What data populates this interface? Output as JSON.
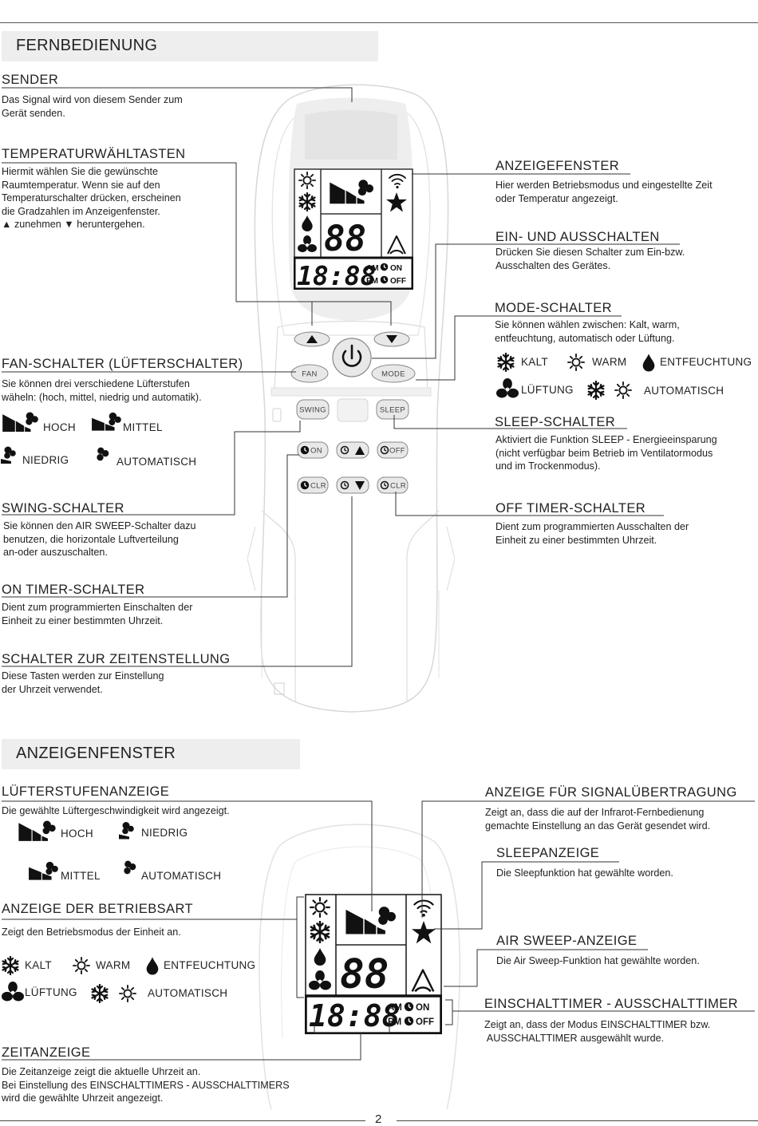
{
  "page_number": "2",
  "section1": {
    "title": "FERNBEDIENUNG",
    "sender": {
      "heading": "SENDER",
      "text": [
        "Das Signal wird von diesem Sender zum",
        "Gerät senden."
      ]
    },
    "temperature": {
      "heading": "TEMPERATURWÄHLTASTEN",
      "text": [
        "Hiermit wählen Sie die gewünschte",
        "Raumtemperatur. Wenn sie auf den",
        "Temperaturschalter drücken, erscheinen",
        "die Gradzahlen im Anzeigenfenster.",
        "▲  zunehmen ▼ heruntergehen."
      ]
    },
    "fan": {
      "heading": "FAN-SCHALTER (LÜFTERSCHALTER)",
      "text": [
        "Sie können drei verschiedene Lüfterstufen",
        "wäheln: (hoch, mittel, niedrig und automatik)."
      ]
    },
    "fan_legend": {
      "high": "HOCH",
      "medium": "MITTEL",
      "low": "NIEDRIG",
      "auto": "AUTOMATISCH"
    },
    "swing": {
      "heading": "SWING-SCHALTER",
      "text": [
        "Sie können den AIR SWEEP-Schalter dazu",
        "benutzen, die horizontale Luftverteilung",
        "an-oder auszuschalten."
      ]
    },
    "on_timer": {
      "heading": "ON TIMER-SCHALTER",
      "text": [
        "Dient zum programmierten Einschalten der",
        "Einheit zu einer bestimmten Uhrzeit."
      ]
    },
    "time_set": {
      "heading": "SCHALTER ZUR ZEITENSTELLUNG",
      "text": [
        "Diese Tasten werden zur Einstellung",
        "der Uhrzeit verwendet."
      ]
    },
    "display": {
      "heading": "ANZEIGEFENSTER",
      "text": [
        "Hier werden Betriebsmodus und eingestellte Zeit",
        "oder Temperatur angezeigt."
      ]
    },
    "power": {
      "heading": "EIN- UND AUSSCHALTEN",
      "text": [
        "Drücken Sie diesen Schalter zum Ein-bzw.",
        "Ausschalten des Gerätes."
      ]
    },
    "mode": {
      "heading": "MODE-SCHALTER",
      "text": [
        "Sie können wählen zwischen: Kalt, warm,",
        "entfeuchtung, automatisch oder Lüftung."
      ]
    },
    "mode_legend": {
      "cool": "KALT",
      "heat": "WARM",
      "dry": "ENTFEUCHTUNG",
      "fan": "LÜFTUNG",
      "auto": "AUTOMATISCH"
    },
    "sleep": {
      "heading": "SLEEP-SCHALTER",
      "text": [
        "Aktiviert die Funktion SLEEP - Energieeinsparung",
        "(nicht verfügbar beim Betrieb im Ventilatormodus",
        "und im Trockenmodus)."
      ]
    },
    "off_timer": {
      "heading": "OFF TIMER-SCHALTER",
      "text": [
        "Dient zum programmierten Ausschalten der",
        "Einheit zu einer bestimmten Uhrzeit."
      ]
    }
  },
  "section2": {
    "title": "ANZEIGENFENSTER",
    "fan_ind": {
      "heading": "LÜFTERSTUFENANZEIGE",
      "text": [
        "Die gewählte Lüftergeschwindigkeit wird angezeigt."
      ]
    },
    "fan_legend": {
      "high": "HOCH",
      "low": "NIEDRIG",
      "medium": "MITTEL",
      "auto": "AUTOMATISCH"
    },
    "mode_ind": {
      "heading": "ANZEIGE DER BETRIEBSART",
      "text": [
        "Zeigt den Betriebsmodus der Einheit an."
      ]
    },
    "mode_legend": {
      "cool": "KALT",
      "heat": "WARM",
      "dry": "ENTFEUCHTUNG",
      "fan": "LÜFTUNG",
      "auto": "AUTOMATISCH"
    },
    "time_ind": {
      "heading": "ZEITANZEIGE",
      "text": [
        "Die Zeitanzeige zeigt die aktuelle Uhrzeit an.",
        "Bei Einstellung des EINSCHALTTIMERS - AUSSCHALTTIMERS",
        "wird die gewählte Uhrzeit angezeigt."
      ]
    },
    "signal_ind": {
      "heading": "ANZEIGE FÜR SIGNALÜBERTRAGUNG",
      "text": [
        "Zeigt an, dass die auf der Infrarot-Fernbedienung",
        "gemachte Einstellung an das Gerät gesendet wird."
      ]
    },
    "sleep_ind": {
      "heading": "SLEEPANZEIGE",
      "text": [
        "Die Sleepfunktion hat gewählte worden."
      ]
    },
    "sweep_ind": {
      "heading": "AIR SWEEP-ANZEIGE",
      "text": [
        "Die Air Sweep-Funktion hat gewählte worden."
      ]
    },
    "timer_ind": {
      "heading": "EINSCHALTTIMER - AUSSCHALTTIMER",
      "text": [
        "Zeigt an, dass der Modus EINSCHALTTIMER bzw.",
        " AUSSCHALTTIMER ausgewählt wurde."
      ]
    }
  },
  "remote": {
    "buttons": {
      "fan": "FAN",
      "mode": "MODE",
      "swing": "SWING",
      "sleep": "SLEEP",
      "on": "ON",
      "off": "OFF",
      "clr": "CLR"
    },
    "lcd": {
      "temp": "88",
      "clock": "18:88",
      "am": "AM",
      "pm": "PM",
      "on": "ON",
      "off": "OFF"
    }
  },
  "icons": [
    "sun-icon",
    "snowflake-icon",
    "drop-icon",
    "fan-icon",
    "signal-icon",
    "star-icon",
    "sweep-icon",
    "power-icon",
    "clock-icon",
    "up-arrow-icon",
    "down-arrow-icon"
  ]
}
